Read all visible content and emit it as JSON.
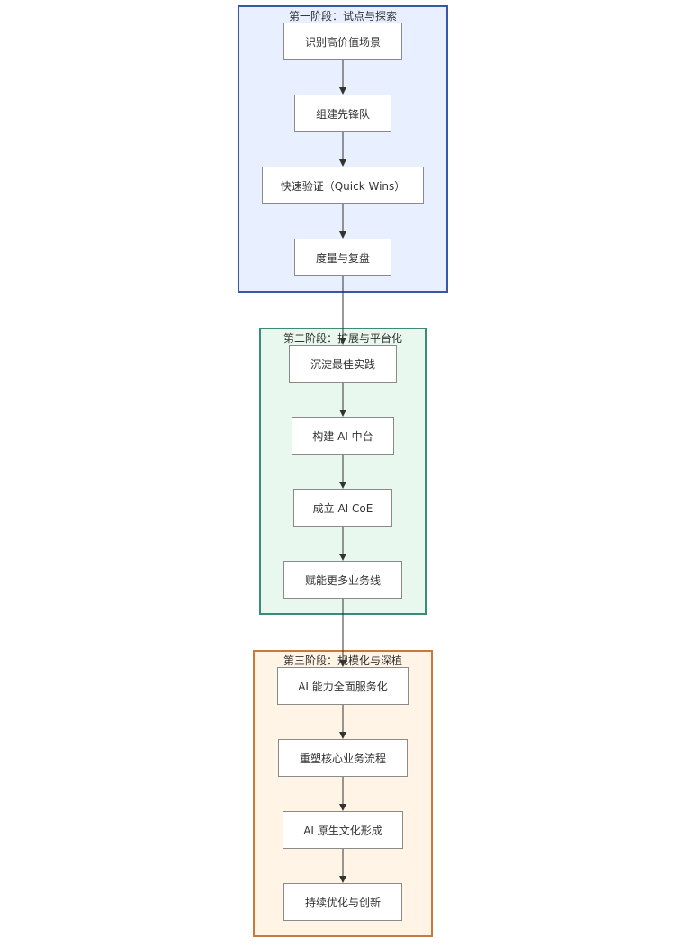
{
  "colors": {
    "stage1_fill": "#e8efff",
    "stage1_border": "#3a56a8",
    "stage2_fill": "#e8f8ef",
    "stage2_border": "#3c8a78",
    "stage3_fill": "#fff4e6",
    "stage3_border": "#c97a3a",
    "node_border": "#8a8a8a",
    "edge": "#333333"
  },
  "stages": [
    {
      "title": "第一阶段：试点与探索",
      "nodes": [
        "识别高价值场景",
        "组建先锋队",
        "快速验证（Quick Wins）",
        "度量与复盘"
      ]
    },
    {
      "title": "第二阶段：扩展与平台化",
      "nodes": [
        "沉淀最佳实践",
        "构建 AI 中台",
        "成立 AI CoE",
        "赋能更多业务线"
      ]
    },
    {
      "title": "第三阶段：规模化与深植",
      "nodes": [
        "AI 能力全面服务化",
        "重塑核心业务流程",
        "AI 原生文化形成",
        "持续优化与创新"
      ]
    }
  ]
}
